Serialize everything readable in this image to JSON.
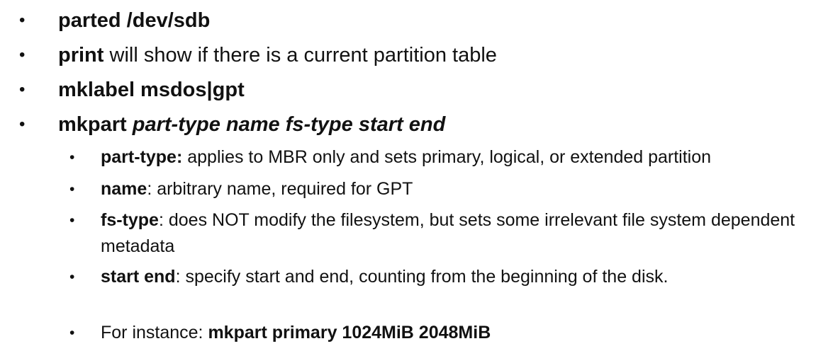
{
  "bullets": [
    {
      "symbol": "•",
      "parts": [
        {
          "text": "parted /dev/sdb",
          "style": "bold"
        }
      ]
    },
    {
      "symbol": "•",
      "parts": [
        {
          "text": "print",
          "style": "bold"
        },
        {
          "text": " will show if there is a current partition table",
          "style": "normal"
        }
      ]
    },
    {
      "symbol": "•",
      "parts": [
        {
          "text": "mklabel msdos|gpt",
          "style": "bold"
        }
      ]
    },
    {
      "symbol": "•",
      "parts": [
        {
          "text": "mkpart ",
          "style": "bold"
        },
        {
          "text": "part-type name fs-type start end",
          "style": "bold-italic"
        }
      ]
    }
  ],
  "sub_bullets": [
    {
      "symbol": "•",
      "parts": [
        {
          "text": "part-type:",
          "style": "bold"
        },
        {
          "text": " applies to MBR only and sets primary, logical, or extended partition",
          "style": "normal"
        }
      ]
    },
    {
      "symbol": "•",
      "parts": [
        {
          "text": "name",
          "style": "bold"
        },
        {
          "text": ": arbitrary name, required for GPT",
          "style": "normal"
        }
      ]
    },
    {
      "symbol": "•",
      "parts": [
        {
          "text": "fs-type",
          "style": "bold"
        },
        {
          "text": ": does NOT modify the filesystem, but sets some irrelevant file system dependent metadata",
          "style": "normal"
        }
      ]
    },
    {
      "symbol": "•",
      "parts": [
        {
          "text": "start end",
          "style": "bold"
        },
        {
          "text": ": specify start and end, counting from the beginning of the disk.",
          "style": "normal"
        }
      ]
    },
    {
      "symbol": "•",
      "parts": [
        {
          "text": "For instance: ",
          "style": "normal"
        },
        {
          "text": "mkpart primary 1024MiB 2048MiB",
          "style": "bold"
        }
      ]
    }
  ]
}
